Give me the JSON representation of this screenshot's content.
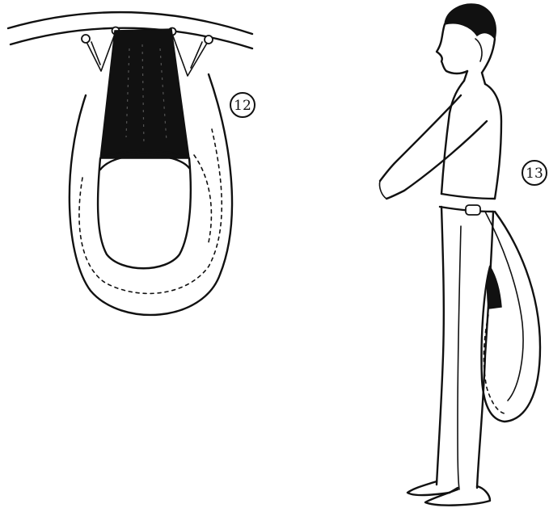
{
  "figures": [
    {
      "label": "12",
      "icon": "strap-loop-detail-illustration"
    },
    {
      "label": "13",
      "icon": "standing-man-with-strap-illustration"
    }
  ],
  "colors": {
    "ink": "#111111",
    "background": "#ffffff"
  }
}
